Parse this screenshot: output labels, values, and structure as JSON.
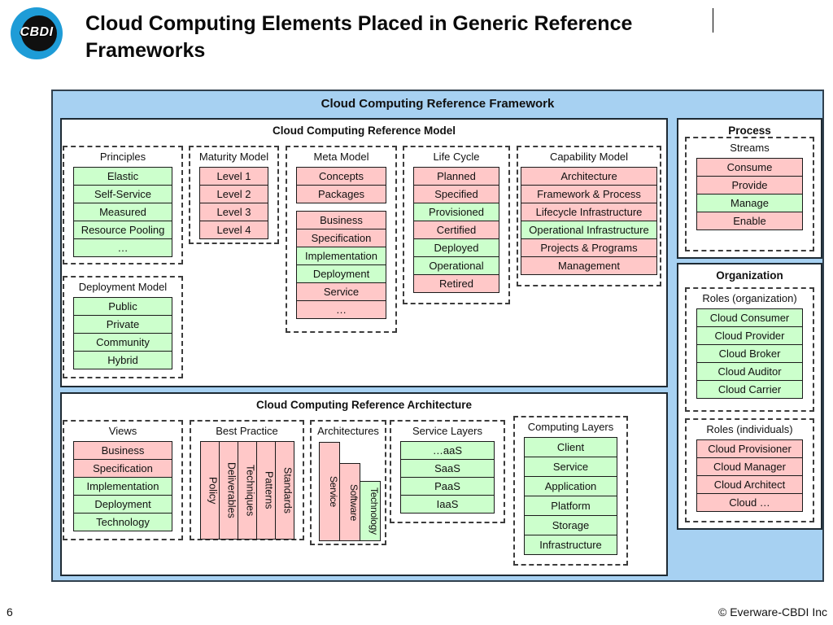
{
  "colors": {
    "green": "#ccffcc",
    "pink": "#ffc8c8",
    "frame_blue": "#a7d1f2",
    "logo_blue": "#1e9cd7"
  },
  "header": {
    "title": "Cloud Computing Elements Placed in Generic Reference Frameworks",
    "logo_text": "CBDI"
  },
  "footer": {
    "page_number": "6",
    "copyright": "© Everware-CBDI Inc"
  },
  "framework": {
    "title": "Cloud Computing Reference Framework",
    "model": {
      "title": "Cloud Computing Reference Model",
      "principles": {
        "title": "Principles",
        "sections": [
          [
            {
              "label": "Elastic",
              "color": "green"
            },
            {
              "label": "Self-Service",
              "color": "green"
            },
            {
              "label": "Measured",
              "color": "green"
            },
            {
              "label": "Resource Pooling",
              "color": "green"
            },
            {
              "label": "…",
              "color": "green"
            }
          ]
        ]
      },
      "maturity": {
        "title": "Maturity Model",
        "sections": [
          [
            {
              "label": "Level 1",
              "color": "pink"
            },
            {
              "label": "Level 2",
              "color": "pink"
            },
            {
              "label": "Level 3",
              "color": "pink"
            },
            {
              "label": "Level 4",
              "color": "pink"
            }
          ]
        ]
      },
      "meta": {
        "title": "Meta Model",
        "sections": [
          [
            {
              "label": "Concepts",
              "color": "pink"
            },
            {
              "label": "Packages",
              "color": "pink"
            }
          ],
          [
            {
              "label": "Business",
              "color": "pink"
            },
            {
              "label": "Specification",
              "color": "pink"
            },
            {
              "label": "Implementation",
              "color": "green"
            },
            {
              "label": "Deployment",
              "color": "green"
            },
            {
              "label": "Service",
              "color": "pink"
            },
            {
              "label": "…",
              "color": "pink"
            }
          ]
        ]
      },
      "lifecycle": {
        "title": "Life Cycle",
        "sections": [
          [
            {
              "label": "Planned",
              "color": "pink"
            },
            {
              "label": "Specified",
              "color": "pink"
            },
            {
              "label": "Provisioned",
              "color": "green"
            },
            {
              "label": "Certified",
              "color": "pink"
            },
            {
              "label": "Deployed",
              "color": "green"
            },
            {
              "label": "Operational",
              "color": "green"
            },
            {
              "label": "Retired",
              "color": "pink"
            }
          ]
        ]
      },
      "capability": {
        "title": "Capability Model",
        "sections": [
          [
            {
              "label": "Architecture",
              "color": "pink"
            },
            {
              "label": "Framework & Process",
              "color": "pink"
            },
            {
              "label": "Lifecycle Infrastructure",
              "color": "pink"
            },
            {
              "label": "Operational Infrastructure",
              "color": "green"
            },
            {
              "label": "Projects & Programs",
              "color": "pink"
            },
            {
              "label": "Management",
              "color": "pink"
            }
          ]
        ]
      },
      "deployment": {
        "title": "Deployment Model",
        "sections": [
          [
            {
              "label": "Public",
              "color": "green"
            },
            {
              "label": "Private",
              "color": "green"
            },
            {
              "label": "Community",
              "color": "green"
            },
            {
              "label": "Hybrid",
              "color": "green"
            }
          ]
        ]
      }
    },
    "architecture": {
      "title": "Cloud Computing Reference Architecture",
      "views": {
        "title": "Views",
        "sections": [
          [
            {
              "label": "Business",
              "color": "pink"
            },
            {
              "label": "Specification",
              "color": "pink"
            },
            {
              "label": "Implementation",
              "color": "green"
            },
            {
              "label": "Deployment",
              "color": "green"
            },
            {
              "label": "Technology",
              "color": "green"
            }
          ]
        ]
      },
      "best_practice": {
        "title": "Best Practice",
        "items": [
          {
            "label": "Policy",
            "color": "pink"
          },
          {
            "label": "Deliverables",
            "color": "pink"
          },
          {
            "label": "Techniques",
            "color": "pink"
          },
          {
            "label": "Patterns",
            "color": "pink"
          },
          {
            "label": "Standards",
            "color": "pink"
          }
        ]
      },
      "architectures": {
        "title": "Architectures",
        "items": [
          {
            "label": "Service",
            "color": "pink"
          },
          {
            "label": "Software",
            "color": "pink"
          },
          {
            "label": "Technology",
            "color": "green"
          }
        ]
      },
      "service_layers": {
        "title": "Service Layers",
        "sections": [
          [
            {
              "label": "…aaS",
              "color": "green"
            },
            {
              "label": "SaaS",
              "color": "green"
            },
            {
              "label": "PaaS",
              "color": "green"
            },
            {
              "label": "IaaS",
              "color": "green"
            }
          ]
        ]
      },
      "computing_layers": {
        "title": "Computing Layers",
        "sections": [
          [
            {
              "label": "Client",
              "color": "green"
            },
            {
              "label": "Service",
              "color": "green"
            },
            {
              "label": "Application",
              "color": "green"
            },
            {
              "label": "Platform",
              "color": "green"
            },
            {
              "label": "Storage",
              "color": "green"
            },
            {
              "label": "Infrastructure",
              "color": "green"
            }
          ]
        ]
      }
    },
    "process": {
      "title": "Process",
      "streams": {
        "title": "Streams",
        "sections": [
          [
            {
              "label": "Consume",
              "color": "pink"
            },
            {
              "label": "Provide",
              "color": "pink"
            },
            {
              "label": "Manage",
              "color": "green"
            },
            {
              "label": "Enable",
              "color": "pink"
            }
          ]
        ]
      }
    },
    "organization": {
      "title": "Organization",
      "roles_org": {
        "title": "Roles (organization)",
        "sections": [
          [
            {
              "label": "Cloud Consumer",
              "color": "green"
            },
            {
              "label": "Cloud Provider",
              "color": "green"
            },
            {
              "label": "Cloud Broker",
              "color": "green"
            },
            {
              "label": "Cloud Auditor",
              "color": "green"
            },
            {
              "label": "Cloud Carrier",
              "color": "green"
            }
          ]
        ]
      },
      "roles_ind": {
        "title": "Roles (individuals)",
        "sections": [
          [
            {
              "label": "Cloud Provisioner",
              "color": "pink"
            },
            {
              "label": "Cloud Manager",
              "color": "pink"
            },
            {
              "label": "Cloud Architect",
              "color": "pink"
            },
            {
              "label": "Cloud …",
              "color": "pink"
            }
          ]
        ]
      }
    }
  }
}
